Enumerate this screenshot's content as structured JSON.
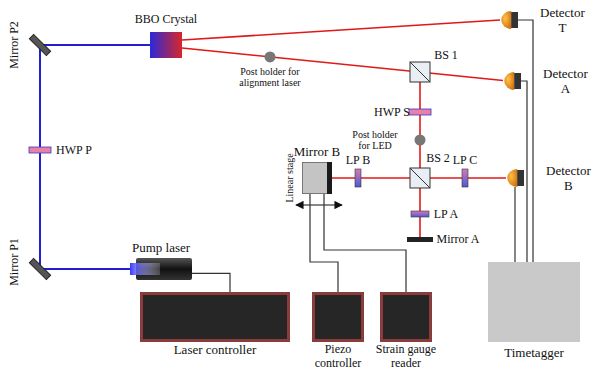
{
  "diagram": {
    "nodes": [
      {
        "text": [
          "Pump laser"
        ]
      },
      {
        "text": [
          "Laser controller"
        ]
      },
      {
        "text": [
          "Piezo controller"
        ]
      },
      {
        "text": [
          "Strain gauge reader"
        ]
      },
      {
        "text": [
          "Timetagger"
        ]
      },
      {
        "text": [
          "Detector T"
        ]
      },
      {
        "text": [
          "Detector A"
        ]
      },
      {
        "text": [
          "Detector B"
        ]
      },
      {
        "text": [
          "Mirror B"
        ]
      }
    ],
    "edges": [
      {
        "from": 0,
        "to": 1,
        "arrow": "none"
      },
      {
        "from": 8,
        "to": 2,
        "arrow": "none"
      },
      {
        "from": 8,
        "to": 3,
        "arrow": "none"
      },
      {
        "from": 5,
        "to": 4,
        "arrow": "none"
      },
      {
        "from": 6,
        "to": 4,
        "arrow": "none"
      },
      {
        "from": 7,
        "to": 4,
        "arrow": "none"
      }
    ],
    "labels": [
      "Mirror P2",
      "BBO Crystal",
      "HWP P",
      "Mirror P1",
      "Post holder for alignment laser",
      "BS 1",
      "HWP S",
      "Post holder for LED",
      "LP B",
      "BS 2",
      "LP C",
      "LP A",
      "Mirror A",
      "Linear stage"
    ]
  }
}
